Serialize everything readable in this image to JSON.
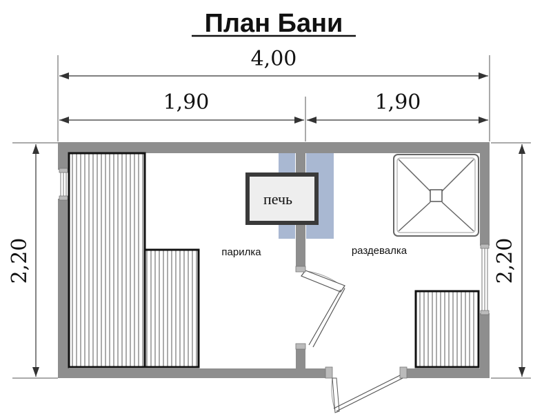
{
  "title": "План Бани",
  "dimensions": {
    "total_width": "4,00",
    "left_width": "1,90",
    "right_width": "1,90",
    "left_height": "2,20",
    "right_height": "2,20"
  },
  "rooms": {
    "steam_room": "парилка",
    "dressing_room": "раздевалка"
  },
  "fixtures": {
    "stove": "печь"
  },
  "colors": {
    "wall": "#8e8e8e",
    "chimney": "#a9b8d2",
    "ink": "#111111"
  }
}
